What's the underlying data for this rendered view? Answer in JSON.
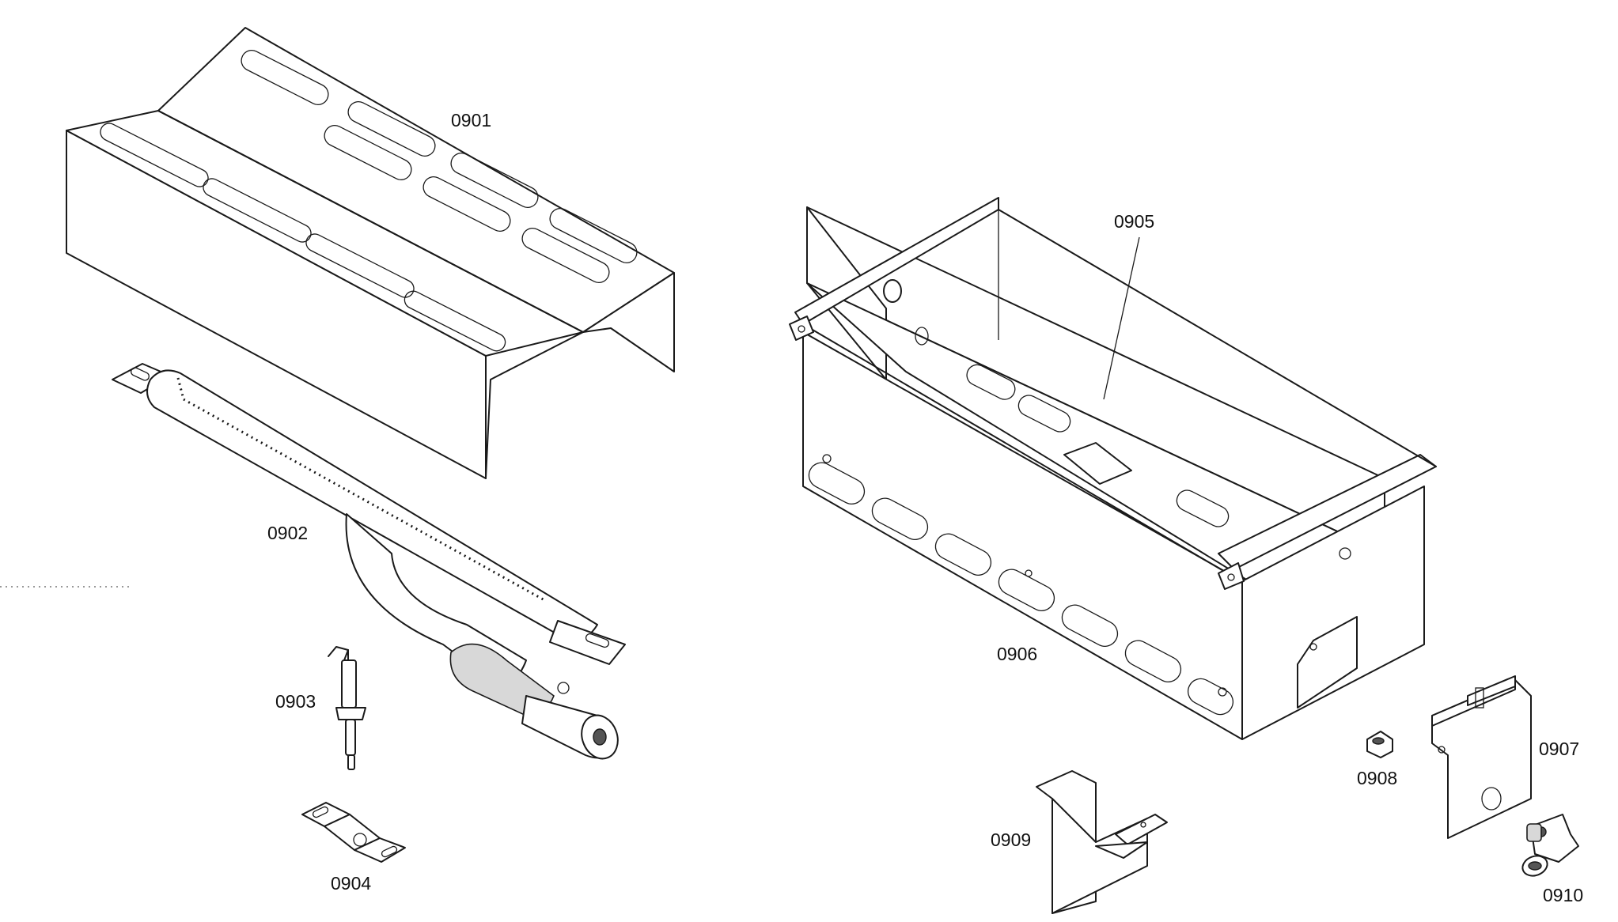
{
  "diagram": {
    "labels": {
      "p0901": "0901",
      "p0902": "0902",
      "p0903": "0903",
      "p0904": "0904",
      "p0905": "0905",
      "p0906": "0906",
      "p0907": "0907",
      "p0908": "0908",
      "p0909": "0909",
      "p0910": "0910"
    },
    "colors": {
      "line": "#1a1a1a",
      "background": "#ffffff"
    }
  }
}
